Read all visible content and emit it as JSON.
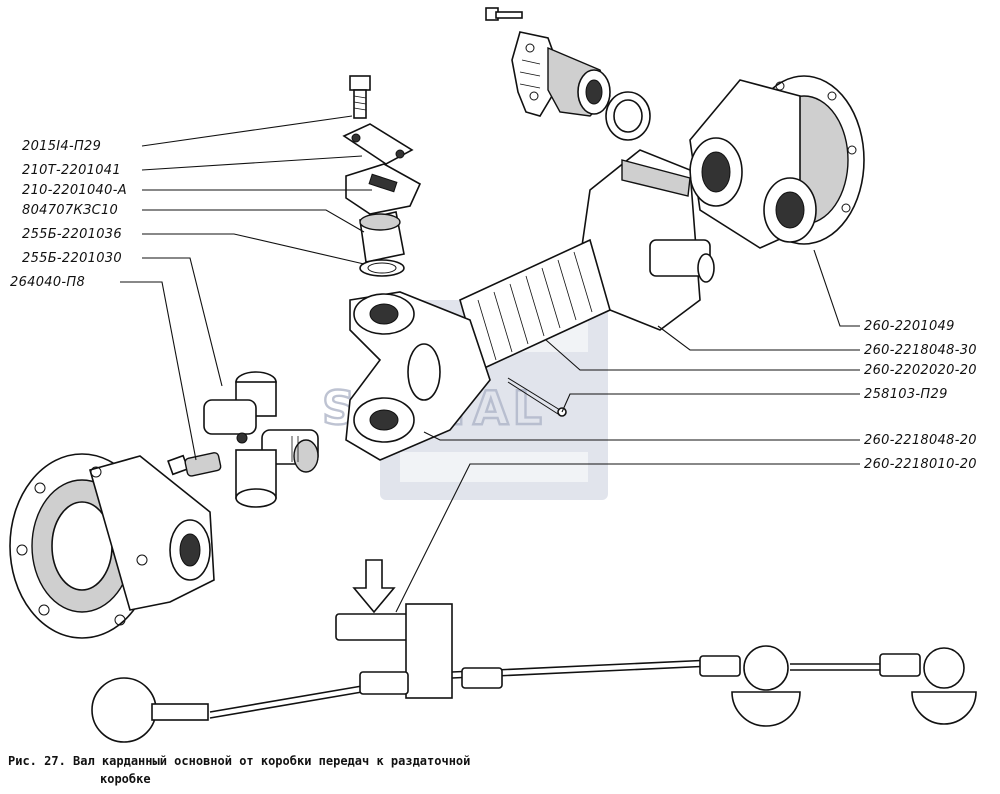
{
  "caption": {
    "line1": "Рис. 27. Вал карданный основной от коробки передач к раздаточной",
    "line2": "коробке"
  },
  "watermark": "SANTAL",
  "part_labels_left": [
    "2015I4-П29",
    "210Т-2201041",
    "210-2201040-А",
    "804707КЗС10",
    "255Б-2201036",
    "255Б-2201030",
    "264040-П8"
  ],
  "part_labels_right": [
    "260-2201049",
    "260-2218048-30",
    "260-2202020-20",
    "258103-П29",
    "260-2218048-20",
    "260-2218010-20"
  ]
}
